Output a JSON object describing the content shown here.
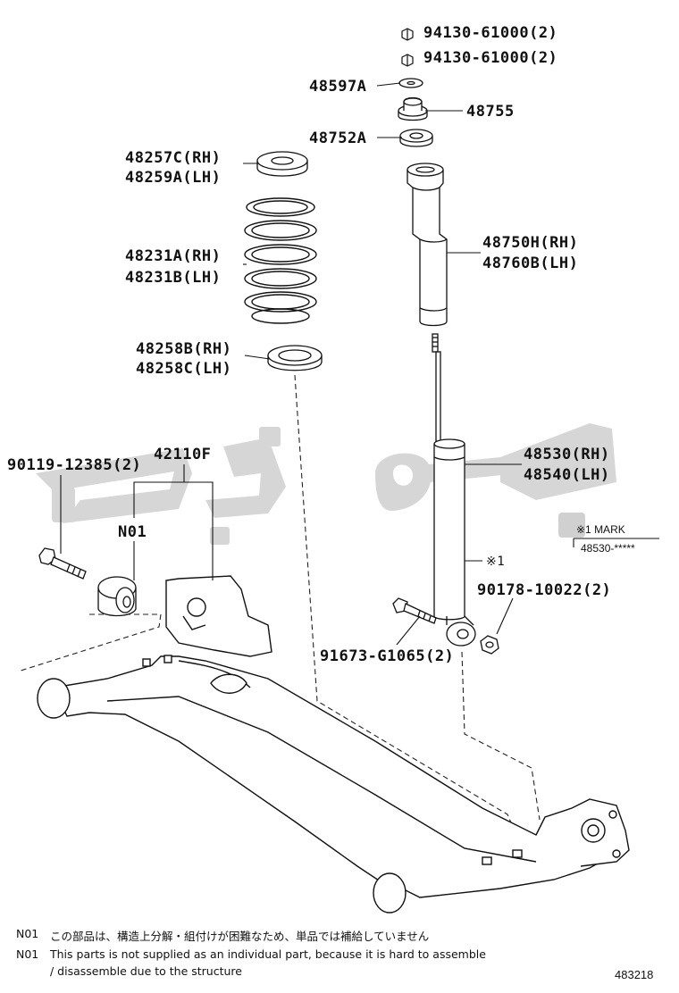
{
  "callouts": {
    "nut_upper": "94130-61000(2)",
    "nut_lower": "94130-61000(2)",
    "washer_upper": "48597A",
    "support": "48755",
    "washer_lower": "48752A",
    "insulator_upper_rh": "48257C(RH)",
    "insulator_upper_lh": "48259A(LH)",
    "spring_rh": "48231A(RH)",
    "spring_lh": "48231B(LH)",
    "insulator_lower_rh": "48258B(RH)",
    "insulator_lower_lh": "48258C(LH)",
    "bumper_rh": "48750H(RH)",
    "bumper_lh": "48760B(LH)",
    "absorber_rh": "48530(RH)",
    "absorber_lh": "48540(LH)",
    "bolt_left": "90119-12385(2)",
    "beam": "42110F",
    "n01": "N01",
    "absorber_mark": "※1",
    "nut_absorber": "90178-10022(2)",
    "bolt_absorber": "91673-G1065(2)"
  },
  "mark_box": {
    "title": "※1 MARK",
    "value": "48530-*****"
  },
  "notes": {
    "code_1": "N01",
    "text_jp": "この部品は、構造上分解・組付けが困難なため、単品では補給していません",
    "code_2": "N01",
    "text_en_1": "This parts is not supplied as an individual part, because it is hard to assemble",
    "text_en_2": "/ disassemble due to the structure"
  },
  "figure_number": "483218",
  "watermark_color": "#d6d6d6"
}
